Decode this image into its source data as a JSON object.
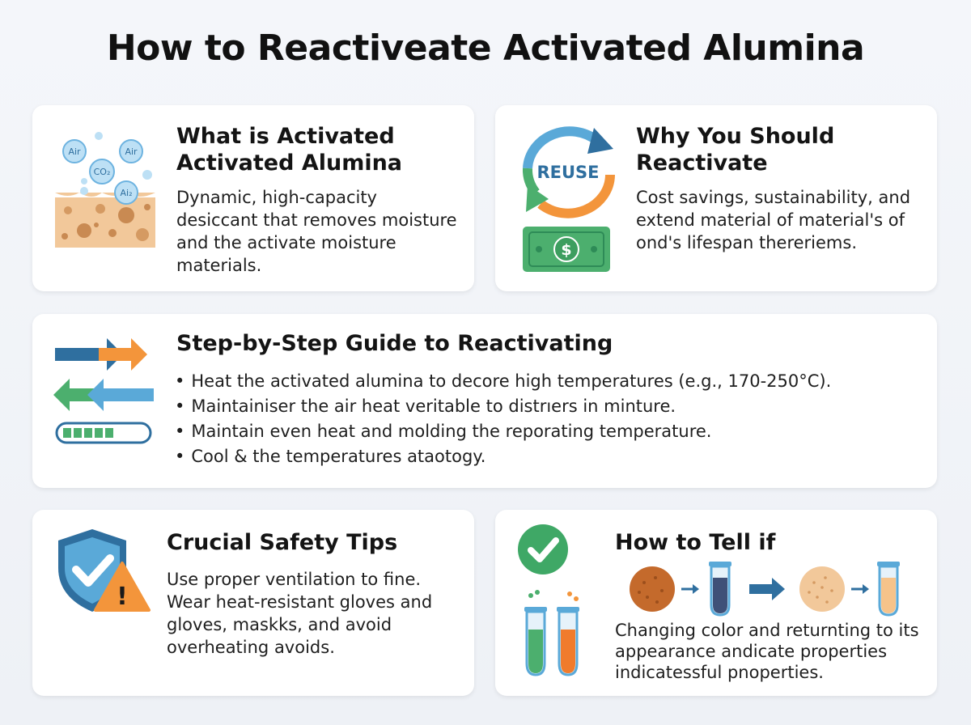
{
  "title": "How to Reactiveate Activated Alumina",
  "cards": {
    "what": {
      "title": "What is Activated Activated Alumina",
      "body": "Dynamic, high-capacity desiccant that removes moisture and the activate moisture materials.",
      "icon_labels": [
        "Air",
        "Air",
        "CO₂",
        "Ai₂"
      ]
    },
    "why": {
      "title": "Why You Should Reactivate",
      "body": "Cost savings, sustainability, and extend material of material's of ond's lifespan thereriems.",
      "icon_label": "REUSE",
      "money_symbol": "$"
    },
    "steps": {
      "title": "Step-by-Step Guide to Reactivating",
      "items": [
        "Heat the activated alumina to decore high temperatures (e.g., 170-250°C).",
        "Maintainiser the air heat veritable to distrıers in minture.",
        "Maintain even heat and molding the reporating temperature.",
        "Cool & the temperatures ataotogy."
      ]
    },
    "safety": {
      "title": "Crucial Safety Tips",
      "body": "Use proper ventilation to fine. Wear heat-resistant gloves and gloves, maskks, and avoid overheating avoids.",
      "warning_symbol": "!"
    },
    "tell": {
      "title": "How to Tell if",
      "body": "Changing color and returnting to its appearance andicate properties indicatessful pnoperties."
    }
  },
  "colors": {
    "blue": "#2f6f9f",
    "orange": "#f3953b",
    "green": "#4caf6e",
    "light_blue": "#5aa9d8",
    "alumina_tan": "#f2c89a",
    "alumina_dot": "#c98a52"
  },
  "icons": [
    "bubbles-porous-icon",
    "reuse-cycle-icon",
    "money-icon",
    "process-arrows-icon",
    "progress-bar-icon",
    "shield-check-icon",
    "warning-icon",
    "check-circle-icon",
    "test-tube-icon",
    "arrow-right-icon"
  ]
}
